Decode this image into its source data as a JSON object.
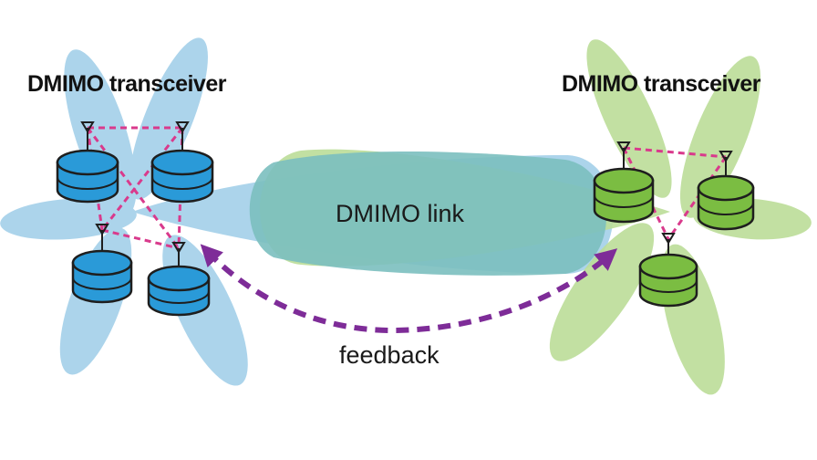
{
  "diagram": {
    "left_transceiver": {
      "title": "DMIMO transceiver"
    },
    "right_transceiver": {
      "title": "DMIMO transceiver"
    },
    "link_label": "DMIMO link",
    "feedback_label": "feedback"
  },
  "colors": {
    "left_beam": "#9dcde8",
    "right_beam": "#bcdd98",
    "link_overlap": "#7bbfbf",
    "left_node": "#2a9ad8",
    "right_node": "#7bbd42",
    "node_outline": "#1e1e1e",
    "dashed_links": "#d93a8c",
    "feedback_arrow": "#7e2c98"
  }
}
